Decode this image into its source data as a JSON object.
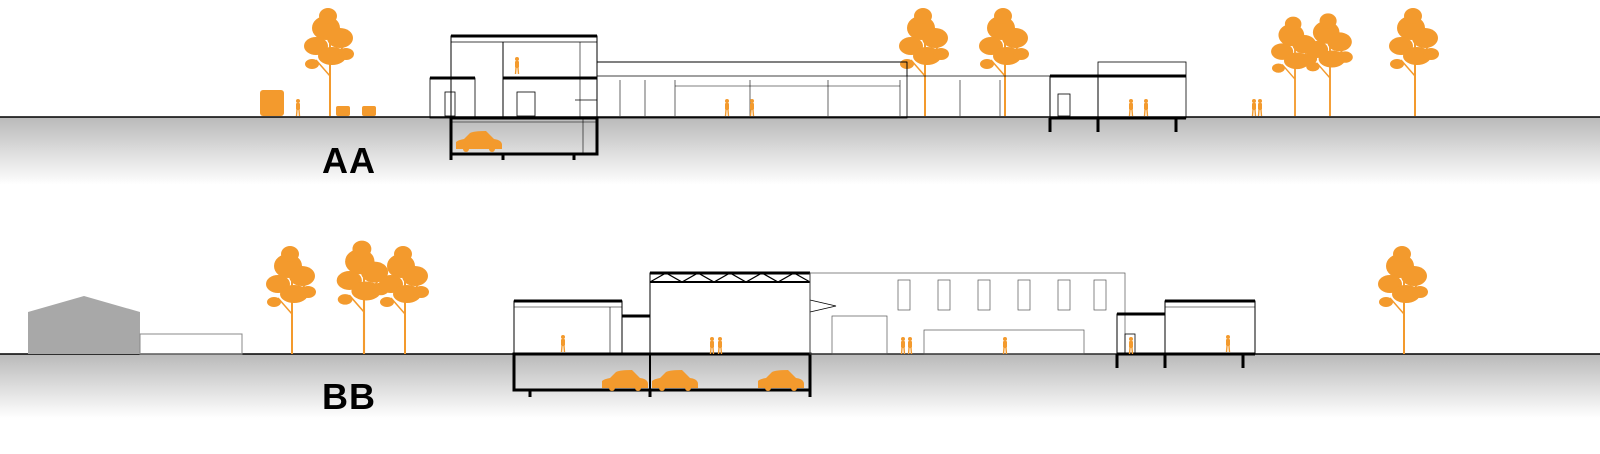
{
  "sections": [
    {
      "id": "aa",
      "label": "AA"
    },
    {
      "id": "bb",
      "label": "BB"
    }
  ],
  "colors": {
    "accent": "#F39A2D",
    "structure": "#000000",
    "thin_line": "#555555",
    "ground_top": "#ffffff",
    "ground_bottom": "#cfcfcf",
    "neighbor_building": "#a8a8a8"
  },
  "icons": [
    "tree-icon",
    "car-icon",
    "person-icon",
    "bench-icon",
    "vehicle-icon"
  ]
}
